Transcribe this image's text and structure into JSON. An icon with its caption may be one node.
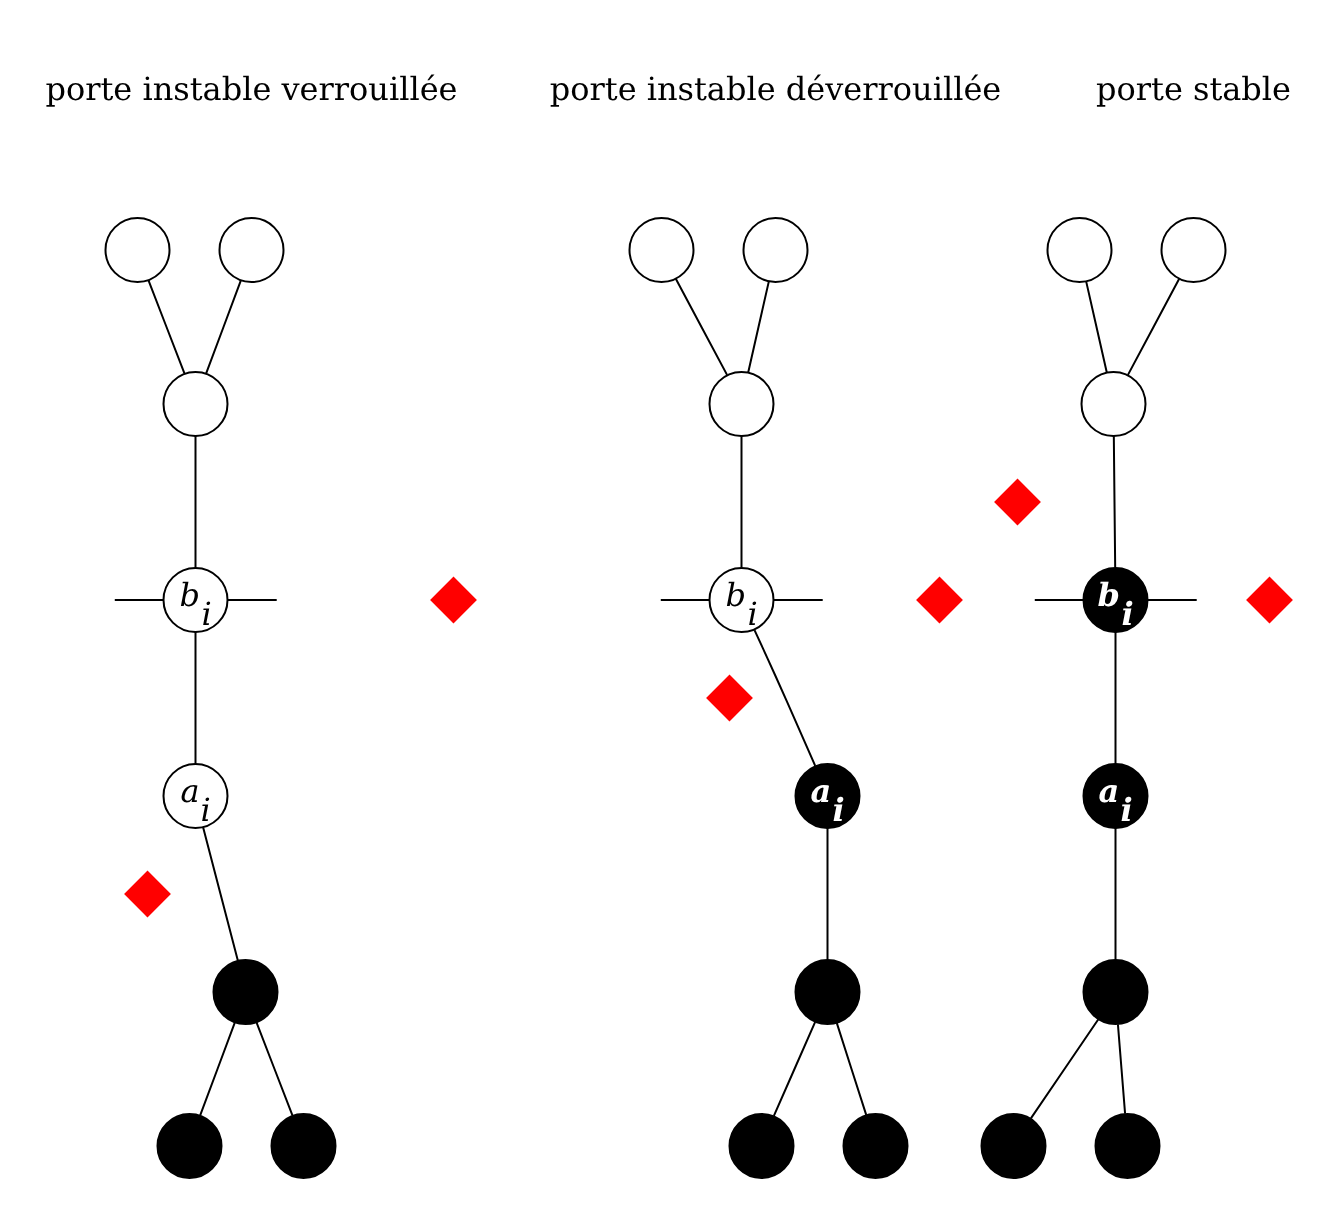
{
  "diagram": {
    "nodes": [
      {
        "text": [],
        "shape": "circle"
      },
      {
        "text": [],
        "shape": "circle"
      },
      {
        "text": [],
        "shape": "circle"
      },
      {
        "text": [],
        "shape": "diamond"
      },
      {
        "text": [
          "b$_{i}$"
        ]
      },
      {
        "text": [
          "a$_{i}$"
        ]
      },
      {
        "text": [],
        "shape": "diamond"
      },
      {
        "text": [],
        "shape": "circle"
      },
      {
        "text": [],
        "shape": "circle"
      },
      {
        "text": [],
        "shape": "circle"
      },
      {
        "text": [],
        "shape": "circle"
      },
      {
        "text": [],
        "shape": "circle"
      },
      {
        "text": [],
        "shape": "circle"
      },
      {
        "text": [],
        "shape": "diamond"
      },
      {
        "text": [
          "b$_{i}$"
        ]
      },
      {
        "text": [],
        "shape": "diamond"
      },
      {
        "text": [
          "a$_{i}$"
        ]
      },
      {
        "text": [],
        "shape": "circle"
      },
      {
        "text": [],
        "shape": "circle"
      },
      {
        "text": [],
        "shape": "circle"
      },
      {
        "text": [],
        "shape": "circle"
      },
      {
        "text": [],
        "shape": "circle"
      },
      {
        "text": [],
        "shape": "circle"
      },
      {
        "text": [],
        "shape": "diamond"
      },
      {
        "text": [
          "b$_{i}$"
        ]
      },
      {
        "text": [],
        "shape": "diamond"
      },
      {
        "text": [
          "a$_{i}$"
        ]
      },
      {
        "text": [],
        "shape": "circle"
      },
      {
        "text": [],
        "shape": "circle"
      },
      {
        "text": [],
        "shape": "circle"
      }
    ],
    "edges": [
      {
        "from": 0,
        "to": 2,
        "arrow": "none"
      },
      {
        "from": 1,
        "to": 2,
        "arrow": "none"
      },
      {
        "from": 2,
        "to": 4,
        "arrow": "none"
      },
      {
        "from": null,
        "to": 4,
        "arrow": "none"
      },
      {
        "from": 4,
        "to": null,
        "arrow": "none"
      },
      {
        "from": 4,
        "to": 5,
        "arrow": "none"
      },
      {
        "from": 5,
        "to": 7,
        "arrow": "none"
      },
      {
        "from": 7,
        "to": 8,
        "arrow": "none"
      },
      {
        "from": 7,
        "to": 9,
        "arrow": "none"
      },
      {
        "from": 10,
        "to": 12,
        "arrow": "none"
      },
      {
        "from": 11,
        "to": 12,
        "arrow": "none"
      },
      {
        "from": 12,
        "to": 14,
        "arrow": "none"
      },
      {
        "from": null,
        "to": 14,
        "arrow": "none"
      },
      {
        "from": 14,
        "to": null,
        "arrow": "none"
      },
      {
        "from": 14,
        "to": 16,
        "arrow": "none"
      },
      {
        "from": 16,
        "to": 17,
        "arrow": "none"
      },
      {
        "from": 17,
        "to": 18,
        "arrow": "none"
      },
      {
        "from": 17,
        "to": 19,
        "arrow": "none"
      },
      {
        "from": 20,
        "to": 22,
        "arrow": "none"
      },
      {
        "from": 21,
        "to": 22,
        "arrow": "none"
      },
      {
        "from": 22,
        "to": 24,
        "arrow": "none"
      },
      {
        "from": null,
        "to": 24,
        "arrow": "none"
      },
      {
        "from": 24,
        "to": null,
        "arrow": "none"
      },
      {
        "from": 24,
        "to": 26,
        "arrow": "none"
      },
      {
        "from": 26,
        "to": 27,
        "arrow": "none"
      },
      {
        "from": 27,
        "to": 28,
        "arrow": "none"
      },
      {
        "from": 27,
        "to": 29,
        "arrow": "none"
      }
    ],
    "labels": [
      "porte instable verrouillée",
      "porte instable déverrouillée",
      "porte stable"
    ]
  }
}
